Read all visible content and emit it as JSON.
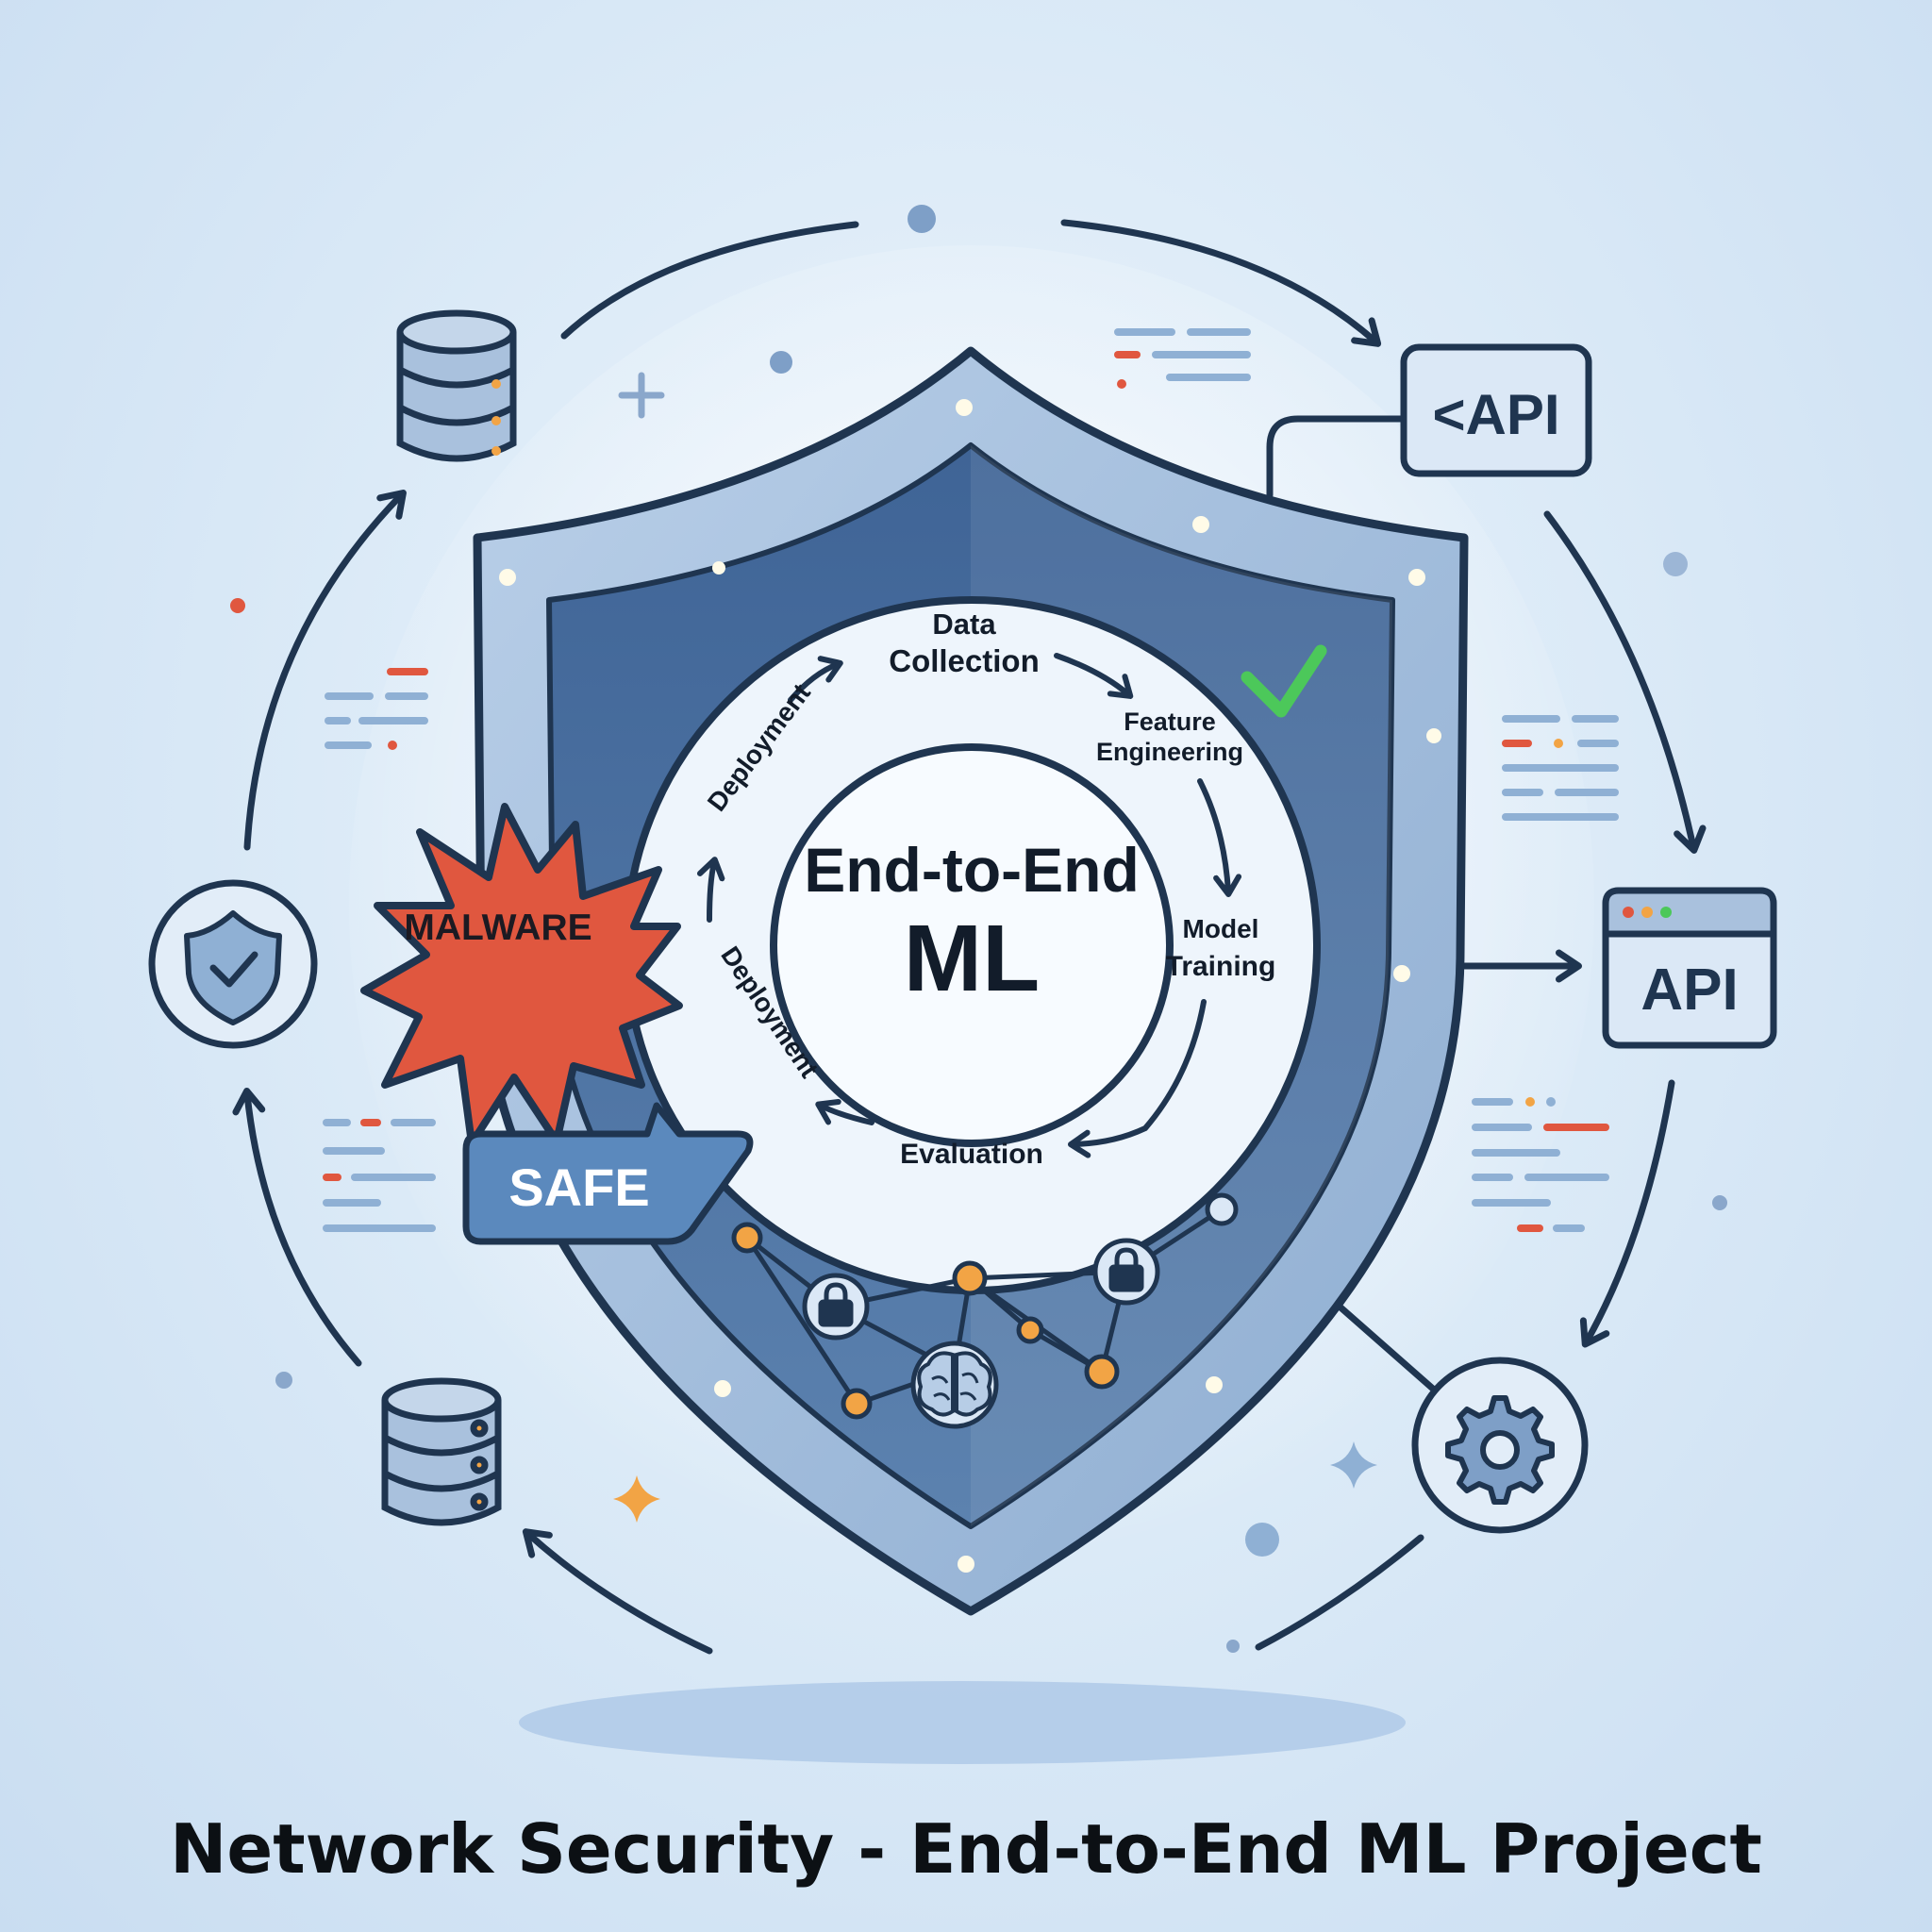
{
  "title": "Network Security - End-to-End ML Project",
  "center": {
    "line1": "End-to-End",
    "line2": "ML"
  },
  "stages": {
    "data_collection": {
      "line1": "Data",
      "line2": "Collection"
    },
    "feature_engineering": {
      "line1": "Feature",
      "line2": "Engineering"
    },
    "model_training": {
      "line1": "Model",
      "line2": "Training"
    },
    "evaluation": "Evaluation",
    "deployment_top": "Deployment",
    "deployment_bottom": "Deployment"
  },
  "badges": {
    "malware": "MALWARE",
    "safe": "SAFE"
  },
  "api": {
    "top": "<API",
    "right": "API"
  },
  "icons": [
    "database-icon",
    "shield-check-icon",
    "gear-icon",
    "brain-icon",
    "lock-icon",
    "checkmark-icon",
    "browser-window-icon",
    "starburst-icon",
    "speech-bubble-icon"
  ],
  "colors": {
    "navy": "#1f3550",
    "shield_blue": "#4f73a0",
    "shield_light": "#8fb0d4",
    "malware_red": "#e0573f",
    "safe_blue": "#5b89bd",
    "check_green": "#4cc85a",
    "node_orange": "#f2a445"
  }
}
